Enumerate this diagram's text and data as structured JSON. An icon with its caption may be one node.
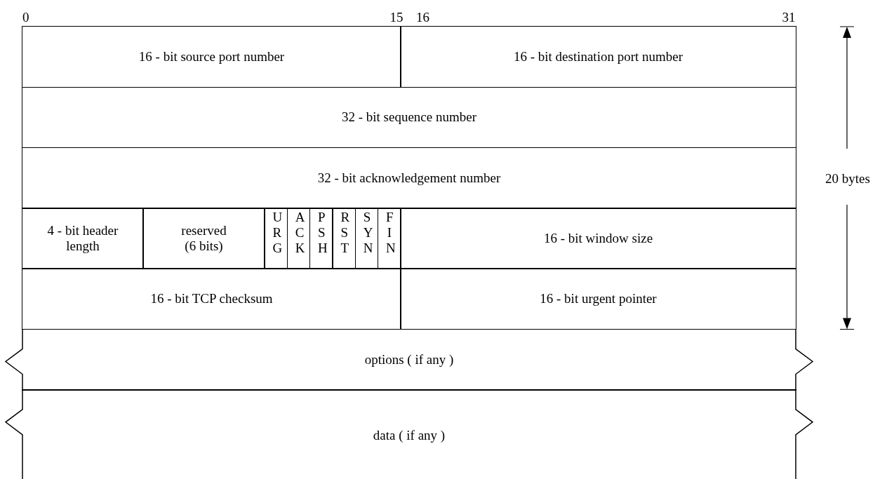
{
  "diagram": {
    "nodes": [
      {
        "text": [
          "16 - bit source port number"
        ]
      },
      {
        "text": [
          "16 - bit destination port number"
        ]
      },
      {
        "text": [
          "32 - bit sequence number"
        ]
      },
      {
        "text": [
          "32 - bit acknowledgement number"
        ]
      },
      {
        "text": [
          "4 - bit header length"
        ]
      },
      {
        "text": [
          "reserved (6 bits)"
        ]
      },
      {
        "text": [
          "URG"
        ]
      },
      {
        "text": [
          "ACK"
        ]
      },
      {
        "text": [
          "PSH"
        ]
      },
      {
        "text": [
          "RST"
        ]
      },
      {
        "text": [
          "SYN"
        ]
      },
      {
        "text": [
          "FIN"
        ]
      },
      {
        "text": [
          "16 - bit window size"
        ]
      },
      {
        "text": [
          "16 - bit TCP checksum"
        ]
      },
      {
        "text": [
          "16 - bit urgent pointer"
        ]
      },
      {
        "text": [
          "options ( if any )"
        ]
      },
      {
        "text": [
          "data ( if any )"
        ]
      }
    ],
    "labels": [
      "0",
      "15",
      "16",
      "31",
      "20 bytes"
    ]
  }
}
